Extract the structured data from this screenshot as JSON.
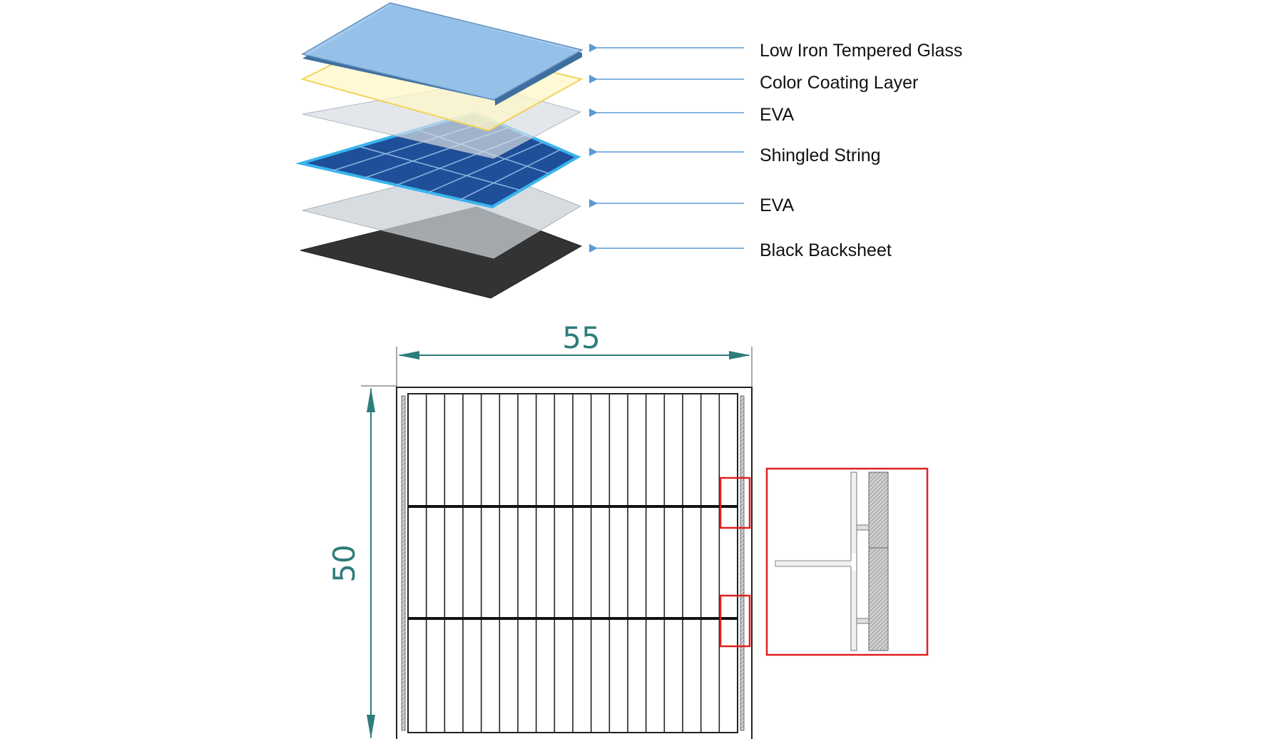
{
  "layers": [
    {
      "label": "Low Iron Tempered Glass"
    },
    {
      "label": "Color Coating Layer"
    },
    {
      "label": "EVA"
    },
    {
      "label": "Shingled String"
    },
    {
      "label": "EVA"
    },
    {
      "label": "Black Backsheet"
    }
  ],
  "dimensions": {
    "width": "55",
    "height": "50"
  },
  "colors": {
    "glass": "#9cc7ee",
    "glass_edge": "#3f6f9e",
    "coating": "#fff7c8",
    "coating_edge": "#f2d35a",
    "eva": "#d7dde3",
    "cells": "#1f4f98",
    "cells_edge": "#39b4ee",
    "backsheet": "#333333",
    "arrow": "#5b9bd5",
    "dimension": "#2e7d7b",
    "highlight": "#e02020"
  }
}
